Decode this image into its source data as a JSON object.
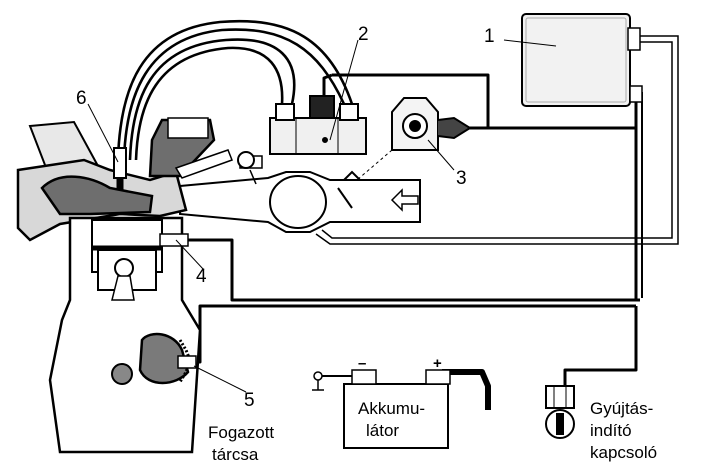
{
  "labels": {
    "n1": "1",
    "n2": "2",
    "n3": "3",
    "n4": "4",
    "n5": "5",
    "n6": "6"
  },
  "battery": {
    "line1": "Akkumu-",
    "line2": "látor",
    "minus": "–",
    "plus": "+"
  },
  "toothed_disc": {
    "line1": "Fogazott",
    "line2": "tárcsa"
  },
  "ignition_switch": {
    "line1": "Gyújtás-",
    "line2": "indító",
    "line3": "kapcsoló"
  },
  "colors": {
    "line": "#000000",
    "engine_fill": "#ffffff",
    "chamber_fill": "#6e6e6e",
    "module_fill": "#f2f2f2"
  }
}
